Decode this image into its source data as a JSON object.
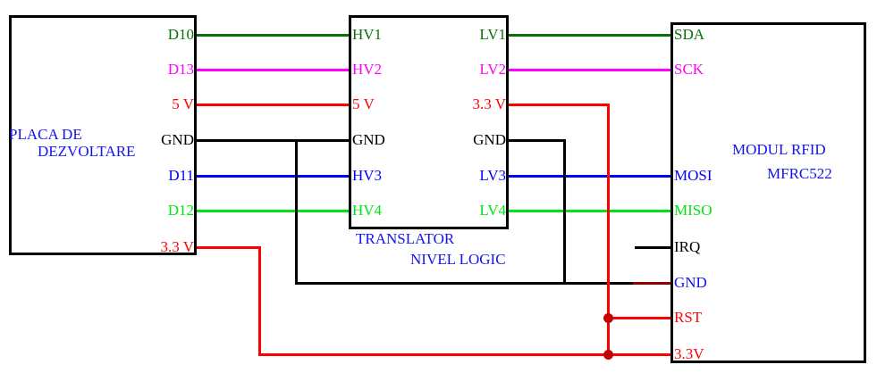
{
  "colors": {
    "dark_green": "#087008",
    "magenta": "#FF00FF",
    "red": "#FF0000",
    "black": "#000000",
    "blue": "#0000FF",
    "lime": "#00E414",
    "maroon": "#900000",
    "dot_red": "#C40000",
    "label_blue": "#1414EE"
  },
  "dev_board": {
    "title_line1": "PLACA DE",
    "title_line2": "DEZVOLTARE",
    "title_color": "#1414EE",
    "pins": [
      {
        "label": "D10",
        "color": "#087008"
      },
      {
        "label": "D13",
        "color": "#FF00FF"
      },
      {
        "label": "5 V",
        "color": "#FF0000"
      },
      {
        "label": "GND",
        "color": "#000000"
      },
      {
        "label": "D11",
        "color": "#0000FF"
      },
      {
        "label": "D12",
        "color": "#00E414"
      },
      {
        "label": "3.3 V",
        "color": "#FF0000"
      }
    ]
  },
  "translator": {
    "title_line1": "TRANSLATOR",
    "title_line2": "NIVEL LOGIC",
    "title_color": "#1414EE",
    "left_pins": [
      {
        "label": "HV1",
        "color": "#087008"
      },
      {
        "label": "HV2",
        "color": "#FF00FF"
      },
      {
        "label": "5 V",
        "color": "#FF0000"
      },
      {
        "label": "GND",
        "color": "#000000"
      },
      {
        "label": "HV3",
        "color": "#0000FF"
      },
      {
        "label": "HV4",
        "color": "#00E414"
      }
    ],
    "right_pins": [
      {
        "label": "LV1",
        "color": "#087008"
      },
      {
        "label": "LV2",
        "color": "#FF00FF"
      },
      {
        "label": "3.3 V",
        "color": "#FF0000"
      },
      {
        "label": "GND",
        "color": "#000000"
      },
      {
        "label": "LV3",
        "color": "#0000FF"
      },
      {
        "label": "LV4",
        "color": "#00E414"
      }
    ]
  },
  "rfid": {
    "title_line1": "MODUL RFID",
    "title_line2": "MFRC522",
    "title_color": "#1414EE",
    "pins": [
      {
        "label": "SDA",
        "color": "#087008"
      },
      {
        "label": "SCK",
        "color": "#FF00FF"
      },
      {
        "label": "MOSI",
        "color": "#0000FF"
      },
      {
        "label": "MISO",
        "color": "#00E414"
      },
      {
        "label": "IRQ",
        "color": "#000000"
      },
      {
        "label": "GND",
        "color": "#1414EE"
      },
      {
        "label": "RST",
        "color": "#FF0000"
      },
      {
        "label": "3.3V",
        "color": "#FF0000"
      }
    ]
  },
  "wires": [
    {
      "name": "d10-to-hv1",
      "color": "#087008"
    },
    {
      "name": "lv1-to-sda",
      "color": "#087008"
    },
    {
      "name": "d13-to-hv2",
      "color": "#FF00FF"
    },
    {
      "name": "lv2-to-sck",
      "color": "#FF00FF"
    },
    {
      "name": "5v-to-5v",
      "color": "#FF0000"
    },
    {
      "name": "translator-3v3-h",
      "color": "#FF0000"
    },
    {
      "name": "gnd-left-h",
      "color": "#000000"
    },
    {
      "name": "gnd-right-h",
      "color": "#000000"
    },
    {
      "name": "d11-to-hv3",
      "color": "#0000FF"
    },
    {
      "name": "lv3-to-mosi",
      "color": "#0000FF"
    },
    {
      "name": "d12-to-hv4",
      "color": "#00E414"
    },
    {
      "name": "lv4-to-miso",
      "color": "#00E414"
    },
    {
      "name": "irq-stub",
      "color": "#000000"
    },
    {
      "name": "devboard-3v3-h",
      "color": "#FF0000"
    },
    {
      "name": "gnd-bottom-rail",
      "color": "#000000"
    },
    {
      "name": "gnd-pin-stub",
      "color": "#900000"
    },
    {
      "name": "rst-stub",
      "color": "#FF0000"
    },
    {
      "name": "3v3-bottom-rail",
      "color": "#FF0000"
    },
    {
      "name": "gnd-left-v",
      "color": "#000000"
    },
    {
      "name": "gnd-right-v",
      "color": "#000000"
    },
    {
      "name": "red-3v3-vertical",
      "color": "#FF0000"
    },
    {
      "name": "devboard-3v3-vertical",
      "color": "#FF0000"
    }
  ],
  "junctions": [
    {
      "name": "rst-junction",
      "color": "#C40000"
    },
    {
      "name": "3v3-junction",
      "color": "#C40000"
    }
  ]
}
